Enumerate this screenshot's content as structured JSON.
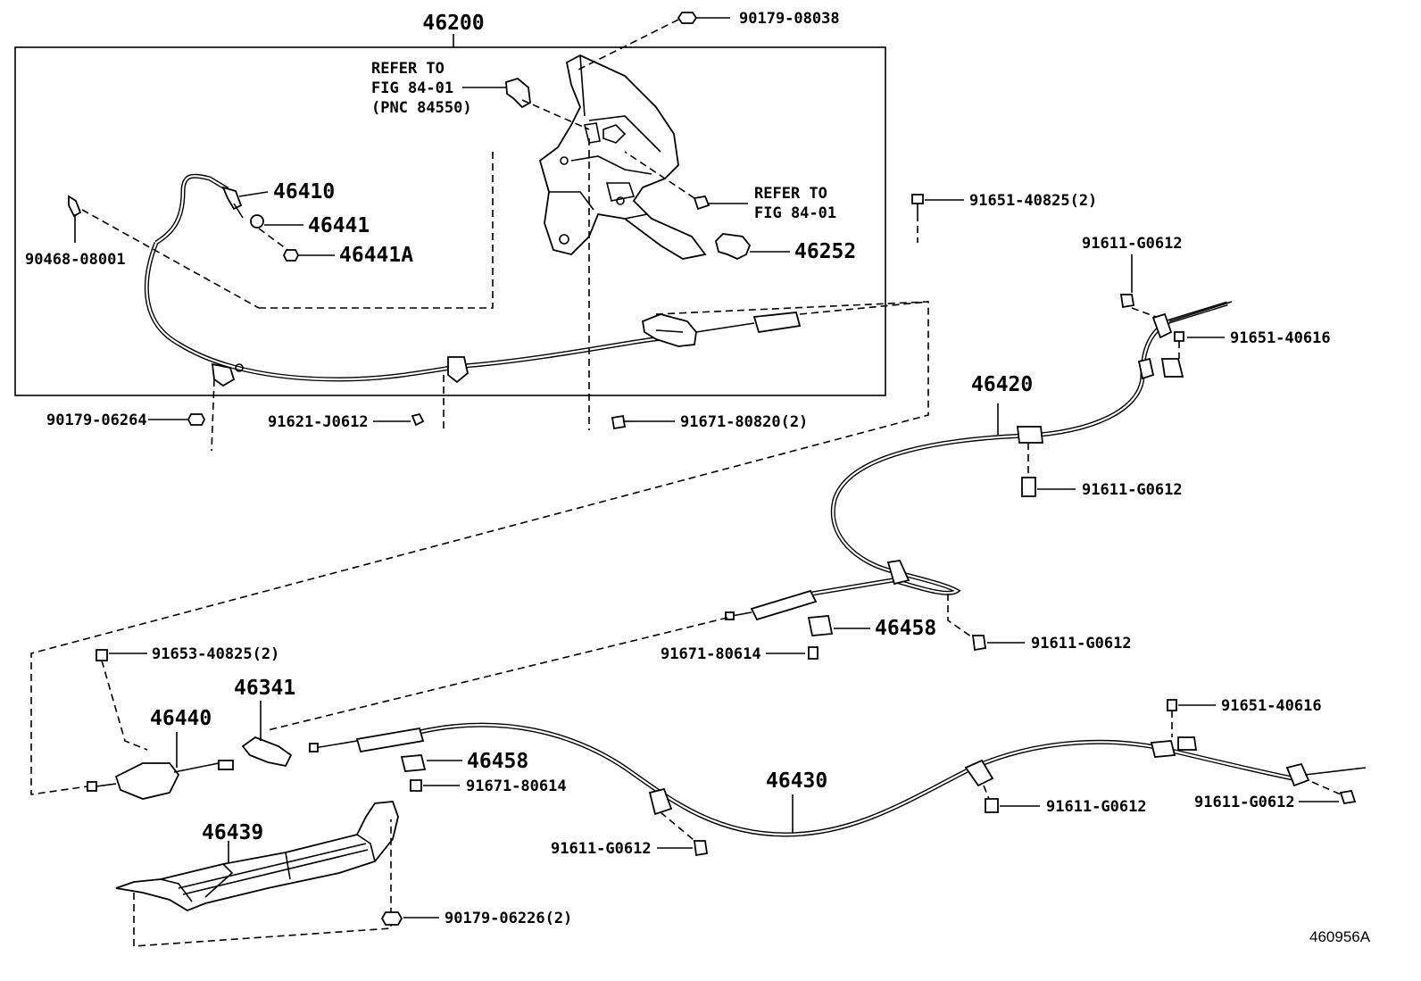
{
  "title_part": "46200",
  "labels": {
    "p90179_08038": "90179-08038",
    "refer_fig_pnc": [
      "REFER TO",
      "FIG 84-01",
      "(PNC 84550)"
    ],
    "refer_fig": [
      "REFER TO",
      "FIG 84-01"
    ],
    "p46410": "46410",
    "p46441": "46441",
    "p46441A": "46441A",
    "p90468_08001": "90468-08001",
    "p46252": "46252",
    "p91651_40825_2": "91651-40825(2)",
    "p91611_G0612_top": "91611-G0612",
    "p91651_40616_top": "91651-40616",
    "p46420": "46420",
    "p91611_G0612_mid": "91611-G0612",
    "p90179_06264": "90179-06264",
    "p91621_J0612": "91621-J0612",
    "p91671_80820_2": "91671-80820(2)",
    "p46458_upper": "46458",
    "p91611_G0612_lower": "91611-G0612",
    "p91671_80614_upper": "91671-80614",
    "p91653_40825_2": "91653-40825(2)",
    "p46341": "46341",
    "p46440": "46440",
    "p46458_lower": "46458",
    "p91671_80614_lower": "91671-80614",
    "p46430": "46430",
    "p91651_40616_bottom": "91651-40616",
    "p91611_G0612_right": "91611-G0612",
    "p91611_G0612_center": "91611-G0612",
    "p91611_G0612_bottom": "91611-G0612",
    "p46439": "46439",
    "p90179_06226_2": "90179-06226(2)",
    "drawing_number": "460956A"
  }
}
